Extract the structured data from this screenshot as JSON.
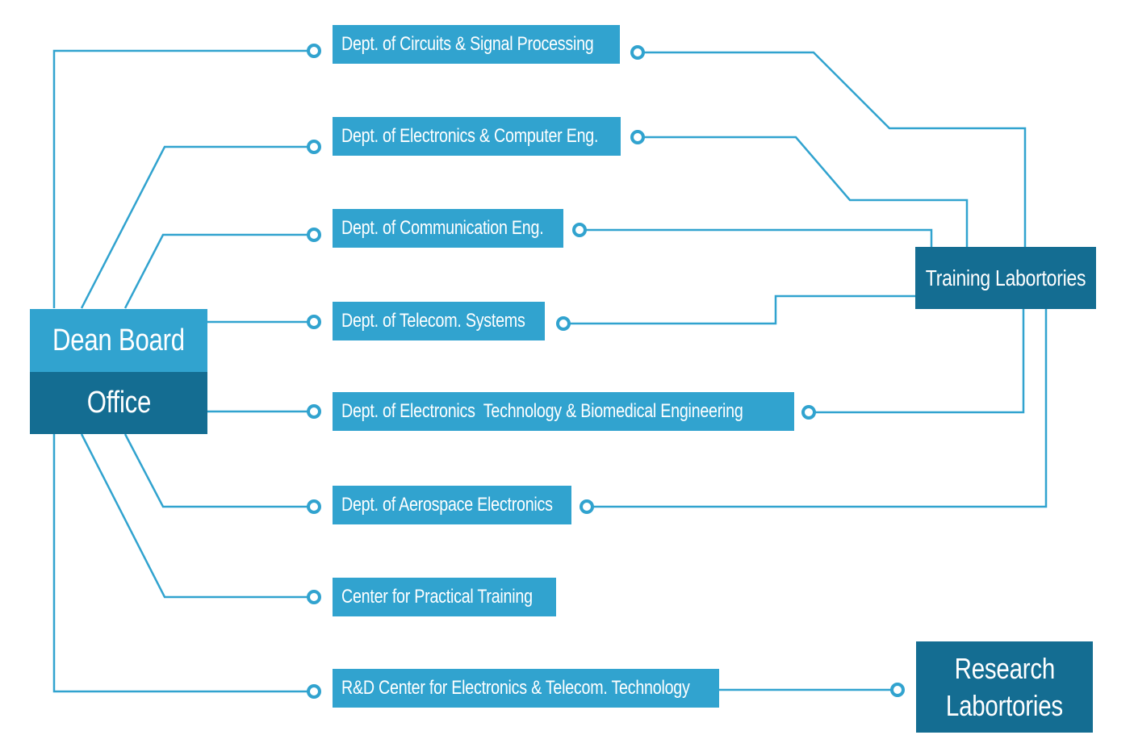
{
  "dean": {
    "board_label": "Dean Board",
    "office_label": "Office"
  },
  "departments": [
    {
      "label": "Dept. of Circuits & Signal Processing"
    },
    {
      "label": "Dept. of Electronics & Computer Eng."
    },
    {
      "label": "Dept. of Communication Eng."
    },
    {
      "label": "Dept. of Telecom. Systems"
    },
    {
      "label": "Dept. of Electronics  Technology & Biomedical Engineering"
    },
    {
      "label": "Dept. of Aerospace Electronics"
    },
    {
      "label": "Center for Practical Training"
    },
    {
      "label": "R&D Center for Electronics & Telecom. Technology"
    }
  ],
  "training_labs": {
    "label": "Training Labortories"
  },
  "research_labs": {
    "line1": "Research",
    "line2": "Labortories"
  },
  "colors": {
    "light_blue": "#31a3cf",
    "dark_blue": "#146d92",
    "connector": "#31a3cf"
  }
}
